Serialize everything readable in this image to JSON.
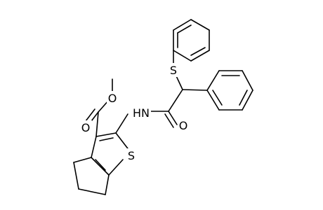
{
  "molecule": {
    "atoms": {
      "S_top": {
        "label": "S"
      },
      "NH": {
        "label": "HN"
      },
      "O_amide": {
        "label": "O"
      },
      "O_methoxy": {
        "label": "O"
      },
      "O_carbonyl": {
        "label": "O"
      },
      "S_ring": {
        "label": "S"
      }
    },
    "colors": {
      "bond": "#000000",
      "label": "#000000",
      "background": "#ffffff"
    }
  }
}
